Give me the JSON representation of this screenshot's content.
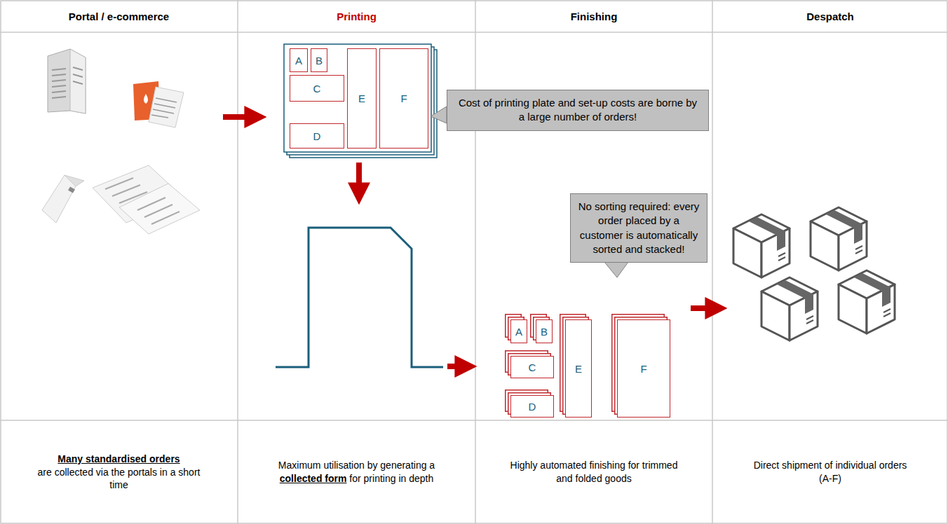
{
  "diagram": {
    "nodes": [
      {
        "text": [
          "A"
        ]
      },
      {
        "text": [
          "B"
        ]
      },
      {
        "text": [
          "C"
        ]
      },
      {
        "text": [
          "E"
        ]
      },
      {
        "text": [
          "F"
        ]
      },
      {
        "text": [
          "D"
        ]
      },
      {
        "text": [
          "Cost of printing plate and set-up costs are borne by a large number of orders!"
        ]
      },
      {
        "text": [
          "No sorting required: every order placed by a customer is automatically sorted and stacked!"
        ]
      },
      {
        "text": [
          "A"
        ]
      },
      {
        "text": [
          "B"
        ]
      },
      {
        "text": [
          "C"
        ]
      },
      {
        "text": [
          "E"
        ]
      },
      {
        "text": [
          "F"
        ]
      },
      {
        "text": [
          "D"
        ]
      }
    ],
    "labels": [
      "Portal / e-commerce",
      "Printing",
      "Finishing",
      "Despatch",
      "Many standardised orders",
      "are collected via the portals in a short time",
      "Maximum utilisation by generating a",
      "collected form",
      "for printing in depth",
      "Highly automated finishing for trimmed and folded goods",
      "Direct shipment of individual orders (A-F)"
    ]
  }
}
